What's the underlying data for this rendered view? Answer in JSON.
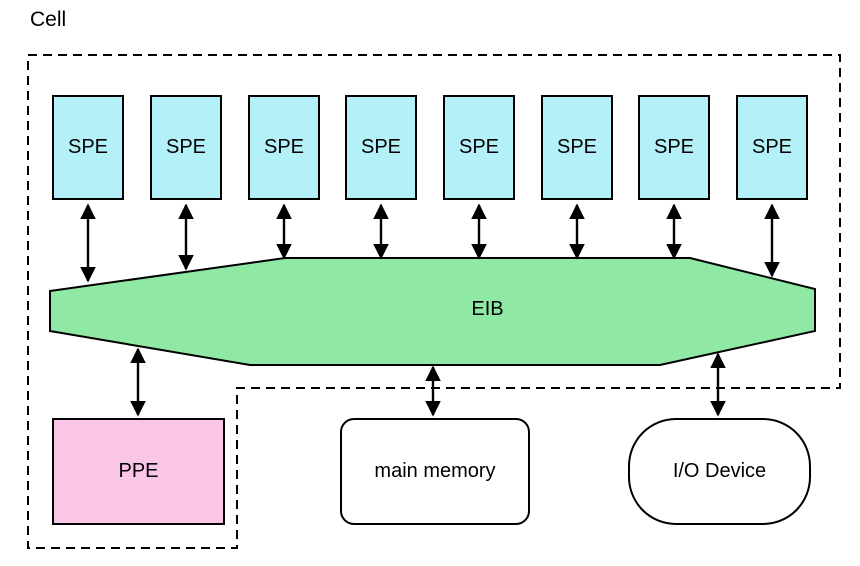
{
  "diagram": {
    "title": "Cell",
    "spe_units": [
      {
        "label": "SPE"
      },
      {
        "label": "SPE"
      },
      {
        "label": "SPE"
      },
      {
        "label": "SPE"
      },
      {
        "label": "SPE"
      },
      {
        "label": "SPE"
      },
      {
        "label": "SPE"
      },
      {
        "label": "SPE"
      }
    ],
    "eib": {
      "label": "EIB"
    },
    "ppe": {
      "label": "PPE"
    },
    "main_memory": {
      "label": "main memory"
    },
    "io_device": {
      "label": "I/O Device"
    },
    "colors": {
      "spe_fill": "#b4f0f8",
      "eib_fill": "#8fe8a3",
      "ppe_fill": "#f9c6e7",
      "plain_fill": "#ffffff",
      "border": "#000000"
    }
  }
}
